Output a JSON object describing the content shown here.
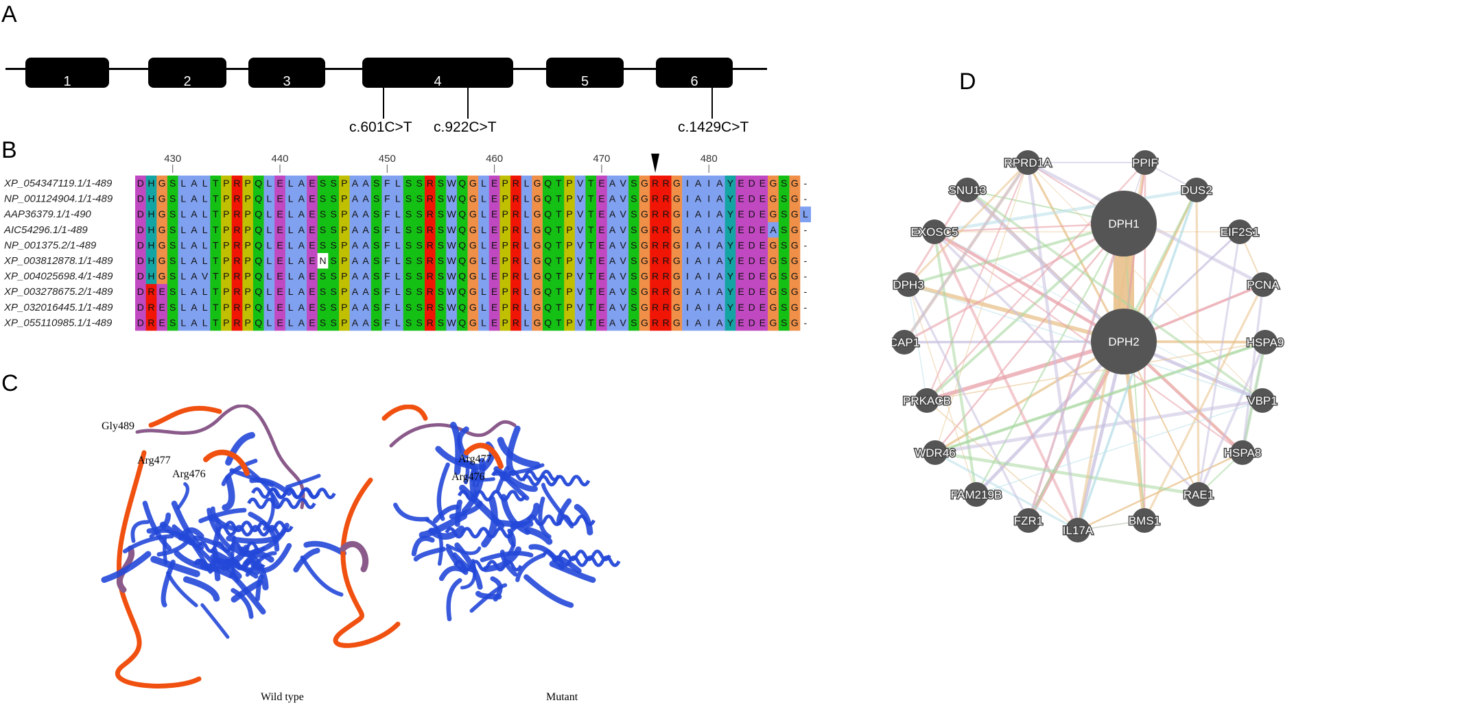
{
  "panels": {
    "a": "A",
    "b": "B",
    "c": "C",
    "d": "D"
  },
  "gene": {
    "exons": [
      "1",
      "2",
      "3",
      "4",
      "5",
      "6"
    ],
    "mutations": [
      "c.601C>T",
      "c.922C>T",
      "c.1429C>T"
    ]
  },
  "alignment": {
    "ruler": [
      "430",
      "440",
      "450",
      "460",
      "470",
      "480"
    ],
    "sequences": [
      {
        "name": "XP_054347119.1/1-489",
        "seq": "DHGSLALTPRPQLELAESSPAASFLSSRSWQGLEPRLGQTPVTEAVSGRRGIAIAYEDEGSG-"
      },
      {
        "name": "NP_001124904.1/1-489",
        "seq": "DHGSLALTPRPQLELAESSPAASFLSSRSWQGLEPRLGQTPVTEAVSGRRGIAIAYEDEGSG-"
      },
      {
        "name": "AAP36379.1/1-490",
        "seq": "DHGSLALTPRPQLELAESSPAASFLSSRSWQGLEPRLGQTPVTEAVSGRRGIAIAYEDEGSGL"
      },
      {
        "name": "AIC54296.1/1-489",
        "seq": "DHGSLALTPRPQLELAESSPAASFLSSRSWQGLEPRLGQTPVTEAVSGRRGIAIAYEDEASG-"
      },
      {
        "name": "NP_001375.2/1-489",
        "seq": "DHGSLALTPRPQLELAESSPAASFLSSRSWQGLEPRLGQTPVTEAVSGRRGIAIAYEDEGSG-"
      },
      {
        "name": "XP_003812878.1/1-489",
        "seq": "DHGSLALTPRPQLELAENSPAASFLSSRSWQGLEPRLGQTPVTEAVSGRRGIAIAYEDEGSG-"
      },
      {
        "name": "XP_004025698.4/1-489",
        "seq": "DHGSLAVTPRPQLELAESSPAASFLSSRSWQGLEPRLGQTPVTEAVSGRRGIAIAYEDEGSG-"
      },
      {
        "name": "XP_003278675.2/1-489",
        "seq": "DRESLALTPRPQLELAESSPAASFLSSRSWQGLEPRLGQTPVTEAVSGRRGIAIAYEDEGSG-"
      },
      {
        "name": "XP_032016445.1/1-489",
        "seq": "DRESLALTPRPQLELAESSPAASFLSSRSWQGLEPRLGQTPVTEAVSGRRGIAIAYEDEGSG-"
      },
      {
        "name": "XP_055110985.1/1-489",
        "seq": "DRESLALTPRPQLELAESSPAASFLSSRSWQGLEPRLGQTPVTEAVSGRRGIAIAYEDEGSG-"
      }
    ],
    "colors": {
      "hydrophobic": "#80a0f0",
      "acidic": "#c048c0",
      "positive": "#f01505",
      "polar": "#15c015",
      "proline": "#c0c000",
      "glycine": "#f09048",
      "histidine": "#15a4a4",
      "tyrosine": "#15a4a4",
      "asparagine": "#ffffff"
    }
  },
  "structure": {
    "wild_labels": [
      "Gly489",
      "Arg477",
      "Arg476"
    ],
    "mutant_labels": [
      "Arg477",
      "Arg476"
    ],
    "captions": [
      "Wild type",
      "Mutant"
    ],
    "colors": {
      "core": "#2448d8",
      "loop": "#8a5a8a",
      "tail": "#f05010"
    }
  },
  "network": {
    "hub1": "DPH1",
    "hub2": "DPH2",
    "nodes": [
      "RPRD1A",
      "PPIF",
      "SNU13",
      "DUS2",
      "EXOSC5",
      "EIF2S1",
      "DPH3",
      "PCNA",
      "CAP1",
      "HSPA9",
      "PRKACB",
      "VBP1",
      "WDR46",
      "HSPA8",
      "FAM219B",
      "RAE1",
      "FZR1",
      "IL17A",
      "BMS1"
    ],
    "node_color": "#555555",
    "edge_colors": {
      "coexpression": "#e9c28c",
      "physical": "#e8a0a8",
      "colocalization": "#c8c0e0",
      "genetic": "#a8d8a0",
      "pathway": "#b8e0e8"
    }
  }
}
